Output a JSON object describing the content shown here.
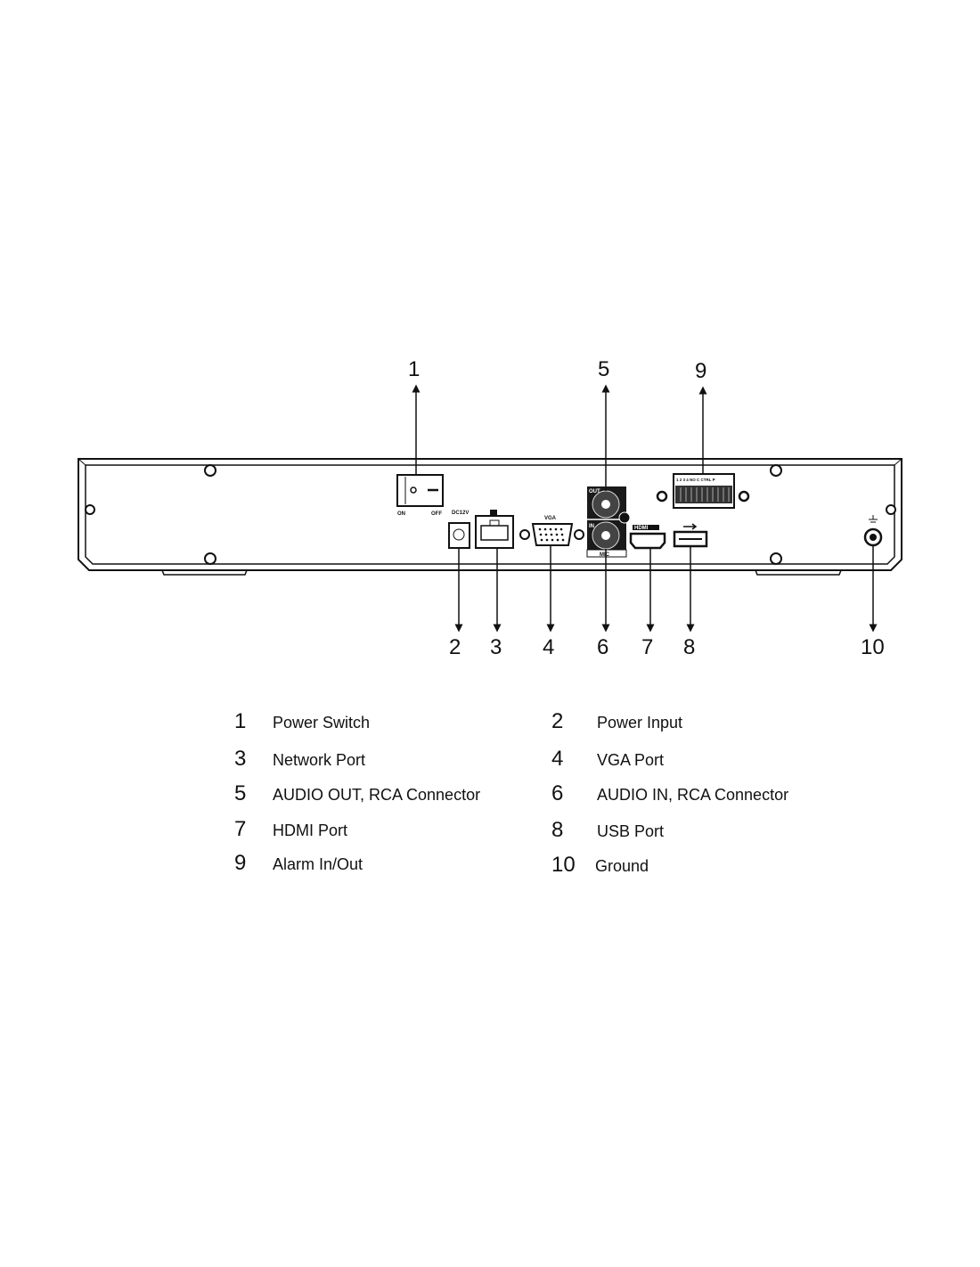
{
  "diagram": {
    "callouts_top": [
      "1",
      "5",
      "9"
    ],
    "callouts_bottom": [
      "2",
      "3",
      "4",
      "6",
      "7",
      "8",
      "10"
    ],
    "panel_labels": {
      "on": "ON",
      "off": "OFF",
      "dc": "DC12V",
      "vga": "VGA",
      "out": "OUT",
      "in": "IN",
      "mic": "MIC",
      "hdmi": "HDMI",
      "alarm": "1 2 3 4 NO C CTRL P"
    }
  },
  "legend": [
    {
      "num": "1",
      "label": "Power Switch"
    },
    {
      "num": "2",
      "label": "Power Input"
    },
    {
      "num": "3",
      "label": "Network Port"
    },
    {
      "num": "4",
      "label": "VGA Port"
    },
    {
      "num": "5",
      "label": "AUDIO OUT, RCA Connector"
    },
    {
      "num": "6",
      "label": "AUDIO IN, RCA Connector"
    },
    {
      "num": "7",
      "label": "HDMI Port"
    },
    {
      "num": "8",
      "label": "USB Port"
    },
    {
      "num": "9",
      "label": "Alarm In/Out"
    },
    {
      "num": "10",
      "label": "Ground"
    }
  ]
}
